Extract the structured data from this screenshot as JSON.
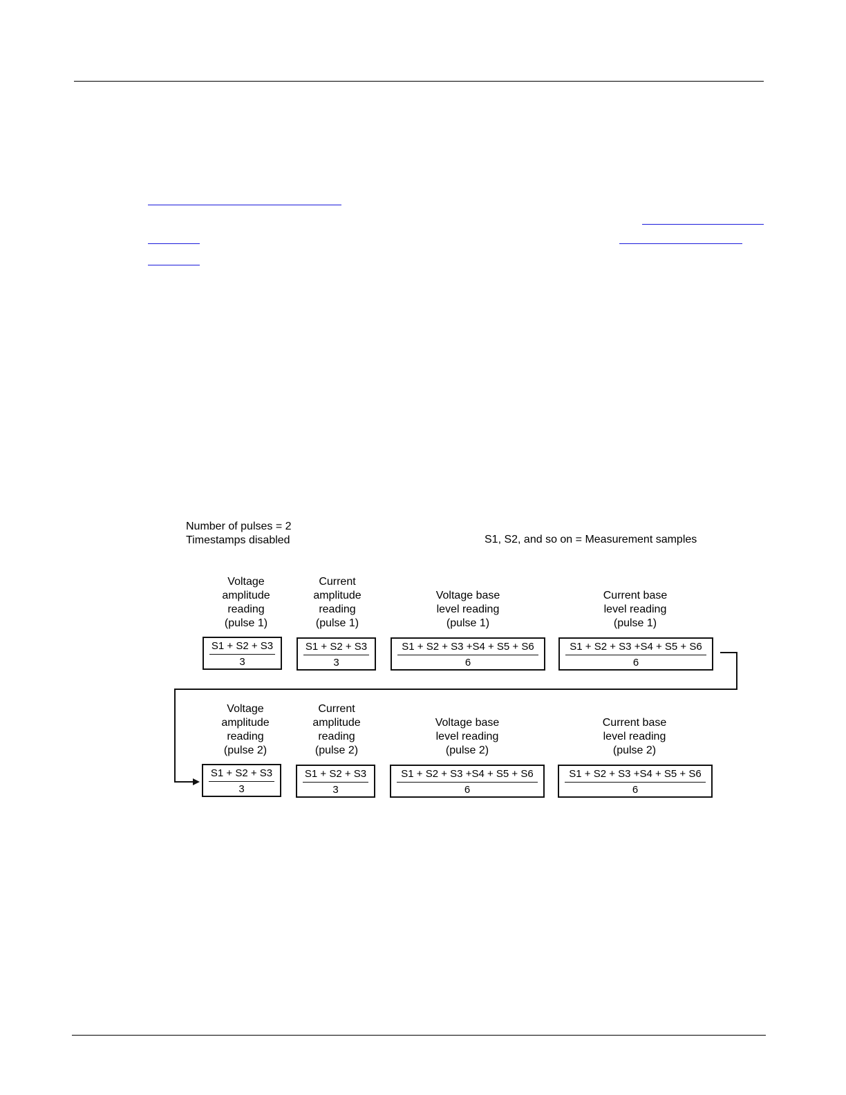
{
  "diagram": {
    "pulse_count_text": "Number of pulses = 2",
    "timestamps_text": "Timestamps disabled",
    "legend_text": "S1, S2, and so on = Measurement samples",
    "rows": [
      {
        "cells": [
          {
            "lines": [
              "Voltage",
              "amplitude",
              "reading",
              "(pulse 1)"
            ],
            "numerator": "S1 + S2 + S3",
            "denominator": "3"
          },
          {
            "lines": [
              "Current",
              "amplitude",
              "reading",
              "(pulse 1)"
            ],
            "numerator": "S1 + S2 + S3",
            "denominator": "3"
          },
          {
            "lines": [
              "Voltage base",
              "level reading",
              "(pulse 1)"
            ],
            "numerator": "S1 + S2 + S3 +S4 + S5 + S6",
            "denominator": "6"
          },
          {
            "lines": [
              "Current base",
              "level reading",
              "(pulse 1)"
            ],
            "numerator": "S1 + S2 + S3 +S4 + S5 + S6",
            "denominator": "6"
          }
        ]
      },
      {
        "cells": [
          {
            "lines": [
              "Voltage",
              "amplitude",
              "reading",
              "(pulse 2)"
            ],
            "numerator": "S1 + S2 + S3",
            "denominator": "3"
          },
          {
            "lines": [
              "Current",
              "amplitude",
              "reading",
              "(pulse 2)"
            ],
            "numerator": "S1 + S2 + S3",
            "denominator": "3"
          },
          {
            "lines": [
              "Voltage base",
              "level reading",
              "(pulse 2)"
            ],
            "numerator": "S1 + S2 + S3 +S4 + S5 + S6",
            "denominator": "6"
          },
          {
            "lines": [
              "Current base",
              "level reading",
              "(pulse 2)"
            ],
            "numerator": "S1 + S2 + S3 +S4 + S5 + S6",
            "denominator": "6"
          }
        ]
      }
    ]
  }
}
